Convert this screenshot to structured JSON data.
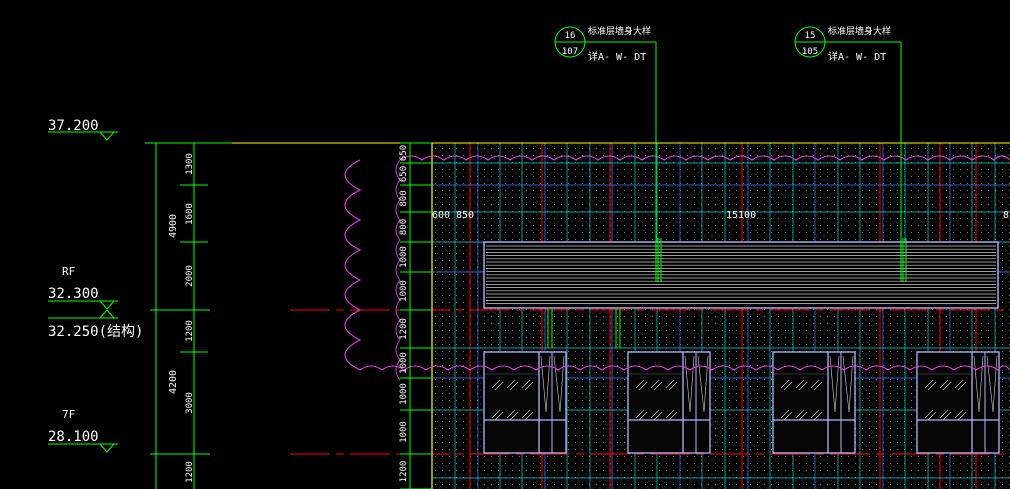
{
  "colors": {
    "background": "#000000",
    "white": "#ffffff",
    "green": "#00ff00",
    "red": "#ff0000",
    "yellow": "#ffff00",
    "cyan": "#00c8c8",
    "blue": "#3c78ff",
    "magenta": "#e040e0",
    "lavender": "#b4b4ff",
    "hatch": "#d0d0d0"
  },
  "levels": [
    {
      "id": "top",
      "floor": "",
      "elevation": "37.200",
      "note": ""
    },
    {
      "id": "rf",
      "floor": "RF",
      "elevation": "32.300",
      "note": "32.250(结构)"
    },
    {
      "id": "7f",
      "floor": "7F",
      "elevation": "28.100",
      "note": ""
    }
  ],
  "overall_dims": [
    "4900",
    "4200"
  ],
  "segment_dims": [
    "1300",
    "1600",
    "2000",
    "1200",
    "3000",
    "1200"
  ],
  "right_dims": [
    "650",
    "650",
    "800",
    "800",
    "1000",
    "1000",
    "1200",
    "1000",
    "1000",
    "1000",
    "1200"
  ],
  "horizontal_dims": [
    "600",
    "850",
    "15100",
    "8"
  ],
  "callouts": [
    {
      "id": "c1",
      "num_top": "16",
      "num_bottom": "107",
      "title": "标准层墙身大样",
      "ref": "详A- W- DT"
    },
    {
      "id": "c2",
      "num_top": "15",
      "num_bottom": "105",
      "title": "标准层墙身大样",
      "ref": "详A- W- DT"
    }
  ]
}
